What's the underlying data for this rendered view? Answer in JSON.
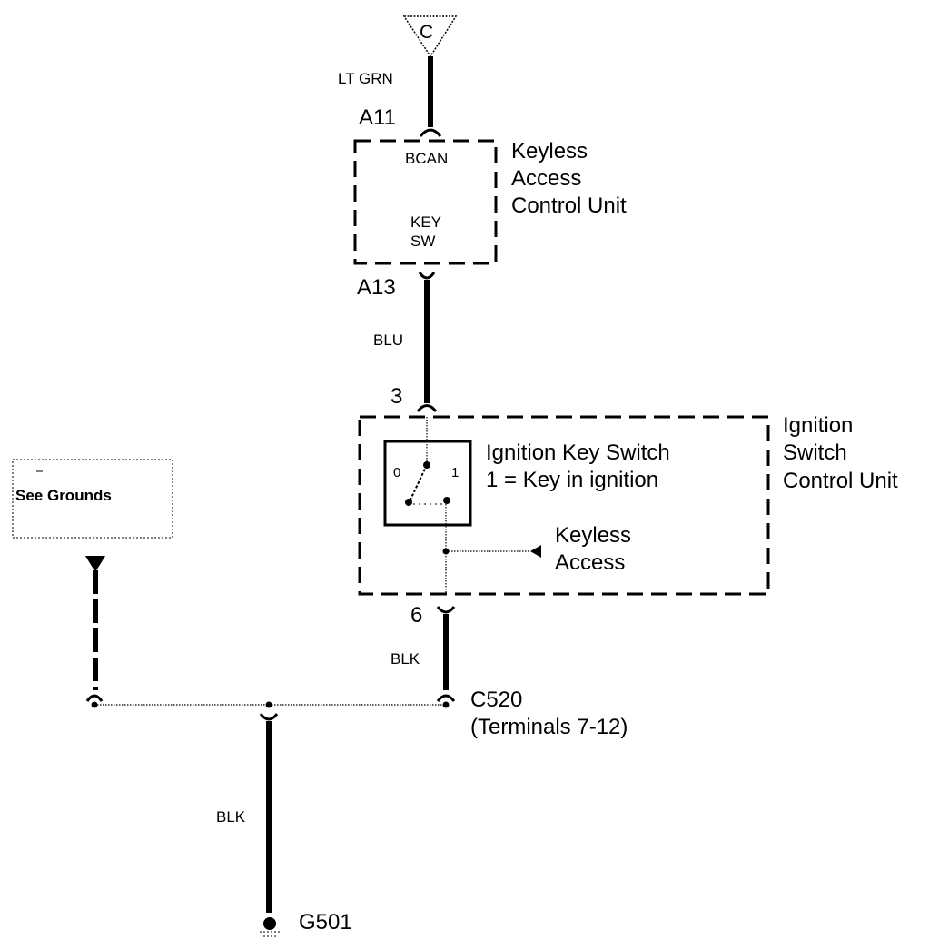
{
  "diagram": {
    "type": "wiring-schematic",
    "connector_c": {
      "label": "C"
    },
    "wires": [
      {
        "id": "w1",
        "color": "LT GRN"
      },
      {
        "id": "w2",
        "color": "BLU"
      },
      {
        "id": "w3",
        "color": "BLK"
      },
      {
        "id": "w4",
        "color": "BLK"
      }
    ],
    "keyless_unit": {
      "title_line1": "Keyless",
      "title_line2": "Access",
      "title_line3": "Control Unit",
      "pin_top": "A11",
      "pin_bottom": "A13",
      "inner_top": "BCAN",
      "inner_bottom_line1": "KEY",
      "inner_bottom_line2": "SW"
    },
    "ignition_unit": {
      "title_line1": "Ignition",
      "title_line2": "Switch",
      "title_line3": "Control Unit",
      "pin_top": "3",
      "pin_bottom": "6",
      "switch_label_line1": "Ignition Key Switch",
      "switch_label_line2": "1 = Key in ignition",
      "switch_pos_0": "0",
      "switch_pos_1": "1",
      "signal_label_line1": "Keyless",
      "signal_label_line2": "Access"
    },
    "see_grounds": {
      "label": "See Grounds"
    },
    "splice": {
      "label": "C520",
      "sublabel": "(Terminals 7-12)"
    },
    "ground": {
      "label": "G501"
    }
  }
}
